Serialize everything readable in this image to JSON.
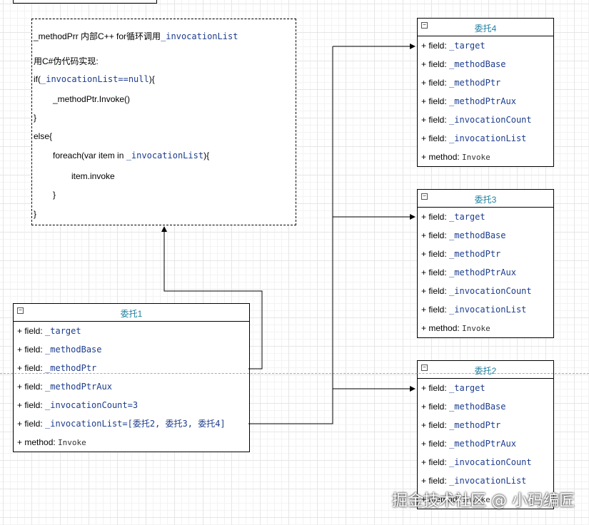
{
  "note": {
    "line1_prefix": "_methodPrr 内部C++ for循环调用",
    "line1_code": "_invocationList",
    "line2": "用C#伪代码实现:",
    "line3_prefix": "if(",
    "line3_code": "_invocationList==null",
    "line3_suffix": "){",
    "line4": "_methodPtr.Invoke()",
    "line5": "}",
    "line6": "else{",
    "line7_prefix": "foreach(var item in ",
    "line7_code": "_invocationList",
    "line7_suffix": "){",
    "line8": "item.invoke",
    "line9": "}",
    "line10": "}"
  },
  "classes": [
    {
      "title": "委托1",
      "rows": [
        {
          "prefix": "+ field: ",
          "value": "_target"
        },
        {
          "prefix": "+ field: ",
          "value": "_methodBase"
        },
        {
          "prefix": "+ field: ",
          "value": "_methodPtr"
        },
        {
          "prefix": "+ field: ",
          "value": "_methodPtrAux"
        },
        {
          "prefix": "+ field: ",
          "value": "_invocationCount=3"
        },
        {
          "prefix": "+ field: ",
          "value": "_invocationList=[委托2, 委托3, 委托4]"
        }
      ],
      "method": {
        "prefix": "+ method: ",
        "value": "Invoke"
      }
    },
    {
      "title": "委托4",
      "rows": [
        {
          "prefix": "+ field: ",
          "value": "_target"
        },
        {
          "prefix": "+ field: ",
          "value": "_methodBase"
        },
        {
          "prefix": "+ field: ",
          "value": "_methodPtr"
        },
        {
          "prefix": "+ field: ",
          "value": "_methodPtrAux"
        },
        {
          "prefix": "+ field: ",
          "value": "_invocationCount"
        },
        {
          "prefix": "+ field: ",
          "value": "_invocationList"
        }
      ],
      "method": {
        "prefix": "+ method: ",
        "value": "Invoke"
      }
    },
    {
      "title": "委托3",
      "rows": [
        {
          "prefix": "+ field: ",
          "value": "_target"
        },
        {
          "prefix": "+ field: ",
          "value": "_methodBase"
        },
        {
          "prefix": "+ field: ",
          "value": "_methodPtr"
        },
        {
          "prefix": "+ field: ",
          "value": "_methodPtrAux"
        },
        {
          "prefix": "+ field: ",
          "value": "_invocationCount"
        },
        {
          "prefix": "+ field: ",
          "value": "_invocationList"
        }
      ],
      "method": {
        "prefix": "+ method: ",
        "value": "Invoke"
      }
    },
    {
      "title": "委托2",
      "rows": [
        {
          "prefix": "+ field: ",
          "value": "_target"
        },
        {
          "prefix": "+ field: ",
          "value": "_methodBase"
        },
        {
          "prefix": "+ field: ",
          "value": "_methodPtr"
        },
        {
          "prefix": "+ field: ",
          "value": "_methodPtrAux"
        },
        {
          "prefix": "+ field: ",
          "value": "_invocationCount"
        },
        {
          "prefix": "+ field: ",
          "value": "_invocationList"
        }
      ],
      "method": {
        "prefix": "+ method: ",
        "value": "Invoke"
      }
    }
  ],
  "collapse_glyph": "−",
  "watermark": "掘金技术社区 @ 小码编匠"
}
